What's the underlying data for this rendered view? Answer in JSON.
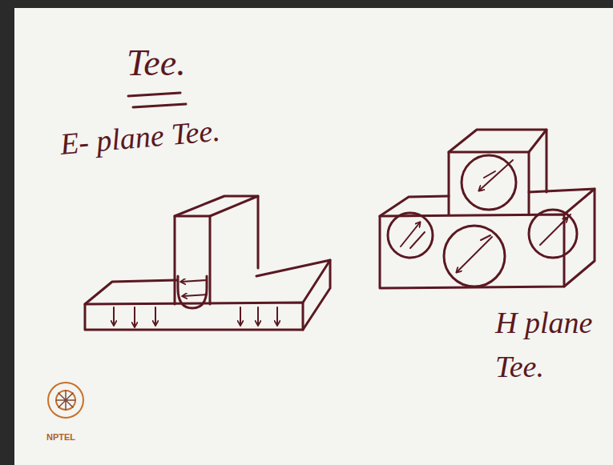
{
  "diagram": {
    "title": "Tee.",
    "labels": [
      "E- plane Tee.",
      "H plane Tee.",
      "NPTEL"
    ]
  }
}
